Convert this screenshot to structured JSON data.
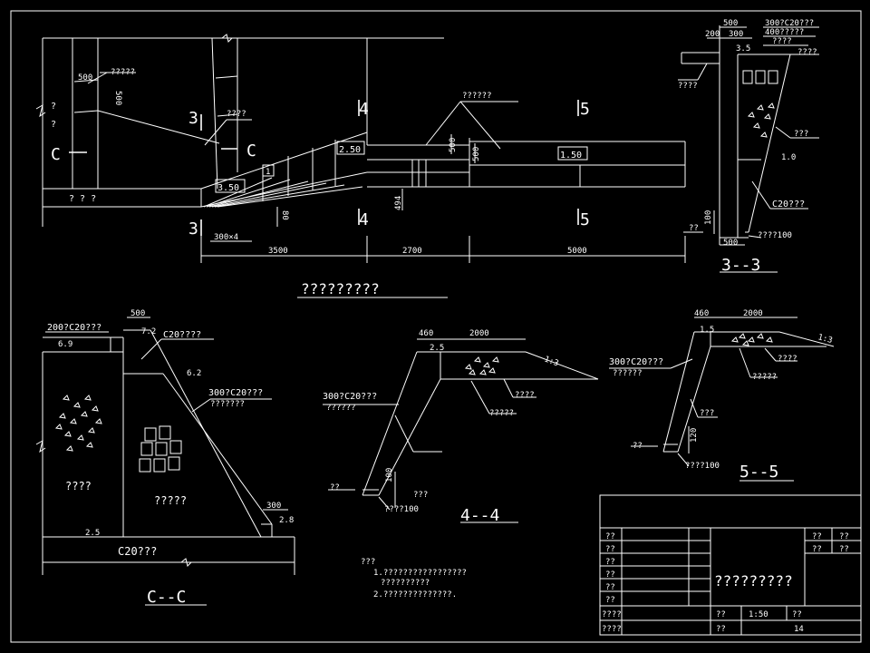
{
  "plan": {
    "dims_bottom": [
      "3500",
      "2700",
      "5000"
    ],
    "dim_steps": "300×4",
    "dim_500a": "500",
    "dim_500b": "500",
    "dim_500c": "500",
    "dim_500d": "500",
    "dim_494": "494",
    "dim_80": "80",
    "slope_350": "3.50",
    "slope_250": "2.50",
    "slope_150": "1.50",
    "step_1": "1",
    "sec3_top": "3",
    "sec3_bot": "3",
    "sec4_top": "4",
    "sec4_bot": "4",
    "sec5_top": "5",
    "sec5_bot": "5",
    "secC_left": "C",
    "secC_right": "C",
    "note_top_left": "?????",
    "note_center": "????",
    "note_right": "??????",
    "q1": "?",
    "q2": "?",
    "bottom_left": "? ? ?",
    "title": "?????????"
  },
  "sec33": {
    "dim_500_top": "500",
    "dim_200": "200",
    "dim_300": "300",
    "elev_top": "3.5",
    "elev_mid": "1.0",
    "elev_bot": "??",
    "label_a": "300?C20???",
    "label_b": "400?????",
    "label_c": "????",
    "label_d": "????",
    "label_e": "????",
    "label_f": "???",
    "label_g": "C20???",
    "label_h": "????100",
    "dim_100": "100",
    "dim_500_bot": "500",
    "title": "3--3"
  },
  "secCC": {
    "dim_500": "500",
    "label_top": "200?C20???",
    "elev_69": "6.9",
    "elev_72": "7.2",
    "label_c20": "C20????",
    "elev_62": "6.2",
    "label_300": "300?C20???",
    "label_300b": "???????",
    "label_left": "????",
    "label_mid": "?????",
    "dim_300": "300",
    "elev_28": "2.8",
    "elev_25": "2.5",
    "label_base": "C20???",
    "title": "C--C"
  },
  "sec44": {
    "dim_460": "460",
    "dim_2000": "2000",
    "elev_25": "2.5",
    "slope": "1:3",
    "label_a": "300?C20???",
    "label_b": "??????",
    "label_c": "????",
    "label_d": "?????",
    "elev_bot": "??",
    "dim_100": "100",
    "label_e": "???",
    "label_f": "????100",
    "title": "4--4"
  },
  "sec55": {
    "dim_460": "460",
    "dim_2000": "2000",
    "elev_15": "1.5",
    "slope": "1:3",
    "label_a": "300?C20???",
    "label_b": "??????",
    "label_c": "????",
    "label_d": "?????",
    "label_e": "???",
    "elev_bot": "??",
    "dim_120": "120",
    "label_f": "????100",
    "title": "5--5"
  },
  "notes": {
    "heading": "???",
    "line1": "1.?????????????????",
    "line1b": "??????????",
    "line2": "2.??????????????."
  },
  "title_block": {
    "r1": "??",
    "r2": "??",
    "r3": "??",
    "r4": "??",
    "r5": "??",
    "r6": "??",
    "r7": "????",
    "r8": "????",
    "top1": "??",
    "top2": "??",
    "top3": "??",
    "top4": "??",
    "drawing_title": "?????????",
    "scale_label": "??",
    "scale_value": "1:50",
    "sheet_label": "??",
    "num_label": "??",
    "num_value": "14"
  }
}
